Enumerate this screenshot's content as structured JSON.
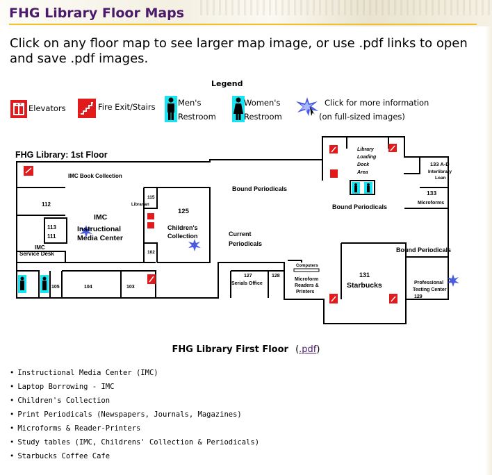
{
  "page": {
    "title": "FHG Library Floor Maps",
    "intro": "Click on any floor map to see larger map image, or use .pdf links to open and save .pdf images."
  },
  "legend": {
    "title": "Legend",
    "elevators": "Elevators",
    "fire_exit": "Fire Exit/Stairs",
    "mens_1": "Men's",
    "mens_2": "Restroom",
    "womens_1": "Women's",
    "womens_2": "Restroom",
    "info_1": "Click for more information",
    "info_2": "(on full-sized images)"
  },
  "map": {
    "title": "FHG Library: 1st Floor",
    "labels": {
      "imc_book": "IMC Book Collection",
      "r112": "112",
      "r113": "113",
      "r111": "111",
      "imc": "IMC",
      "imc_full_1": "Instructional",
      "imc_full_2": "Media Center",
      "imc_desk_1": "IMC",
      "imc_desk_2": "Service Desk",
      "r115": "115",
      "librarian": "Librarian",
      "r102": "102",
      "r105": "105",
      "r104": "104",
      "r103": "103",
      "r125": "125",
      "childrens_1": "Children's",
      "childrens_2": "Collection",
      "bound_1": "Bound Periodicals",
      "current_1": "Current",
      "current_2": "Periodicals",
      "r127": "127",
      "serials": "Serials Office",
      "r128": "128",
      "computers": "Computers",
      "microform_1": "Microform",
      "microform_2": "Readers &",
      "microform_3": "Printers",
      "loading_1": "Library",
      "loading_2": "Loading",
      "loading_3": "Dock",
      "loading_4": "Area",
      "r133ad": "133 A-D",
      "ill_1": "Interlibrary",
      "ill_2": "Loan",
      "r133": "133",
      "microforms": "Microforms",
      "bound_2": "Bound Periodicals",
      "bound_3": "Bound Periodicals",
      "r131": "131",
      "starbucks": "Starbucks",
      "testing_1": "Professional",
      "testing_2": "Testing Center",
      "r129": "129"
    }
  },
  "caption": {
    "text": "FHG Library First Floor",
    "link": ".pdf",
    "open": "(",
    "close": ")"
  },
  "features": [
    "Instructional Media Center (IMC)",
    "Laptop Borrowing - IMC",
    "Children's Collection",
    "Print Periodicals (Newspapers, Journals, Magazines)",
    "Microforms & Reader-Printers",
    "Study tables (IMC, Childrens' Collection & Periodicals)",
    "Starbucks Coffee Cafe"
  ],
  "colors": {
    "title": "#4b1a6b",
    "rule": "#f2c12e",
    "fire": "#e11b1b",
    "restroom": "#19e3f0",
    "info_star": "#2a3fd8"
  }
}
